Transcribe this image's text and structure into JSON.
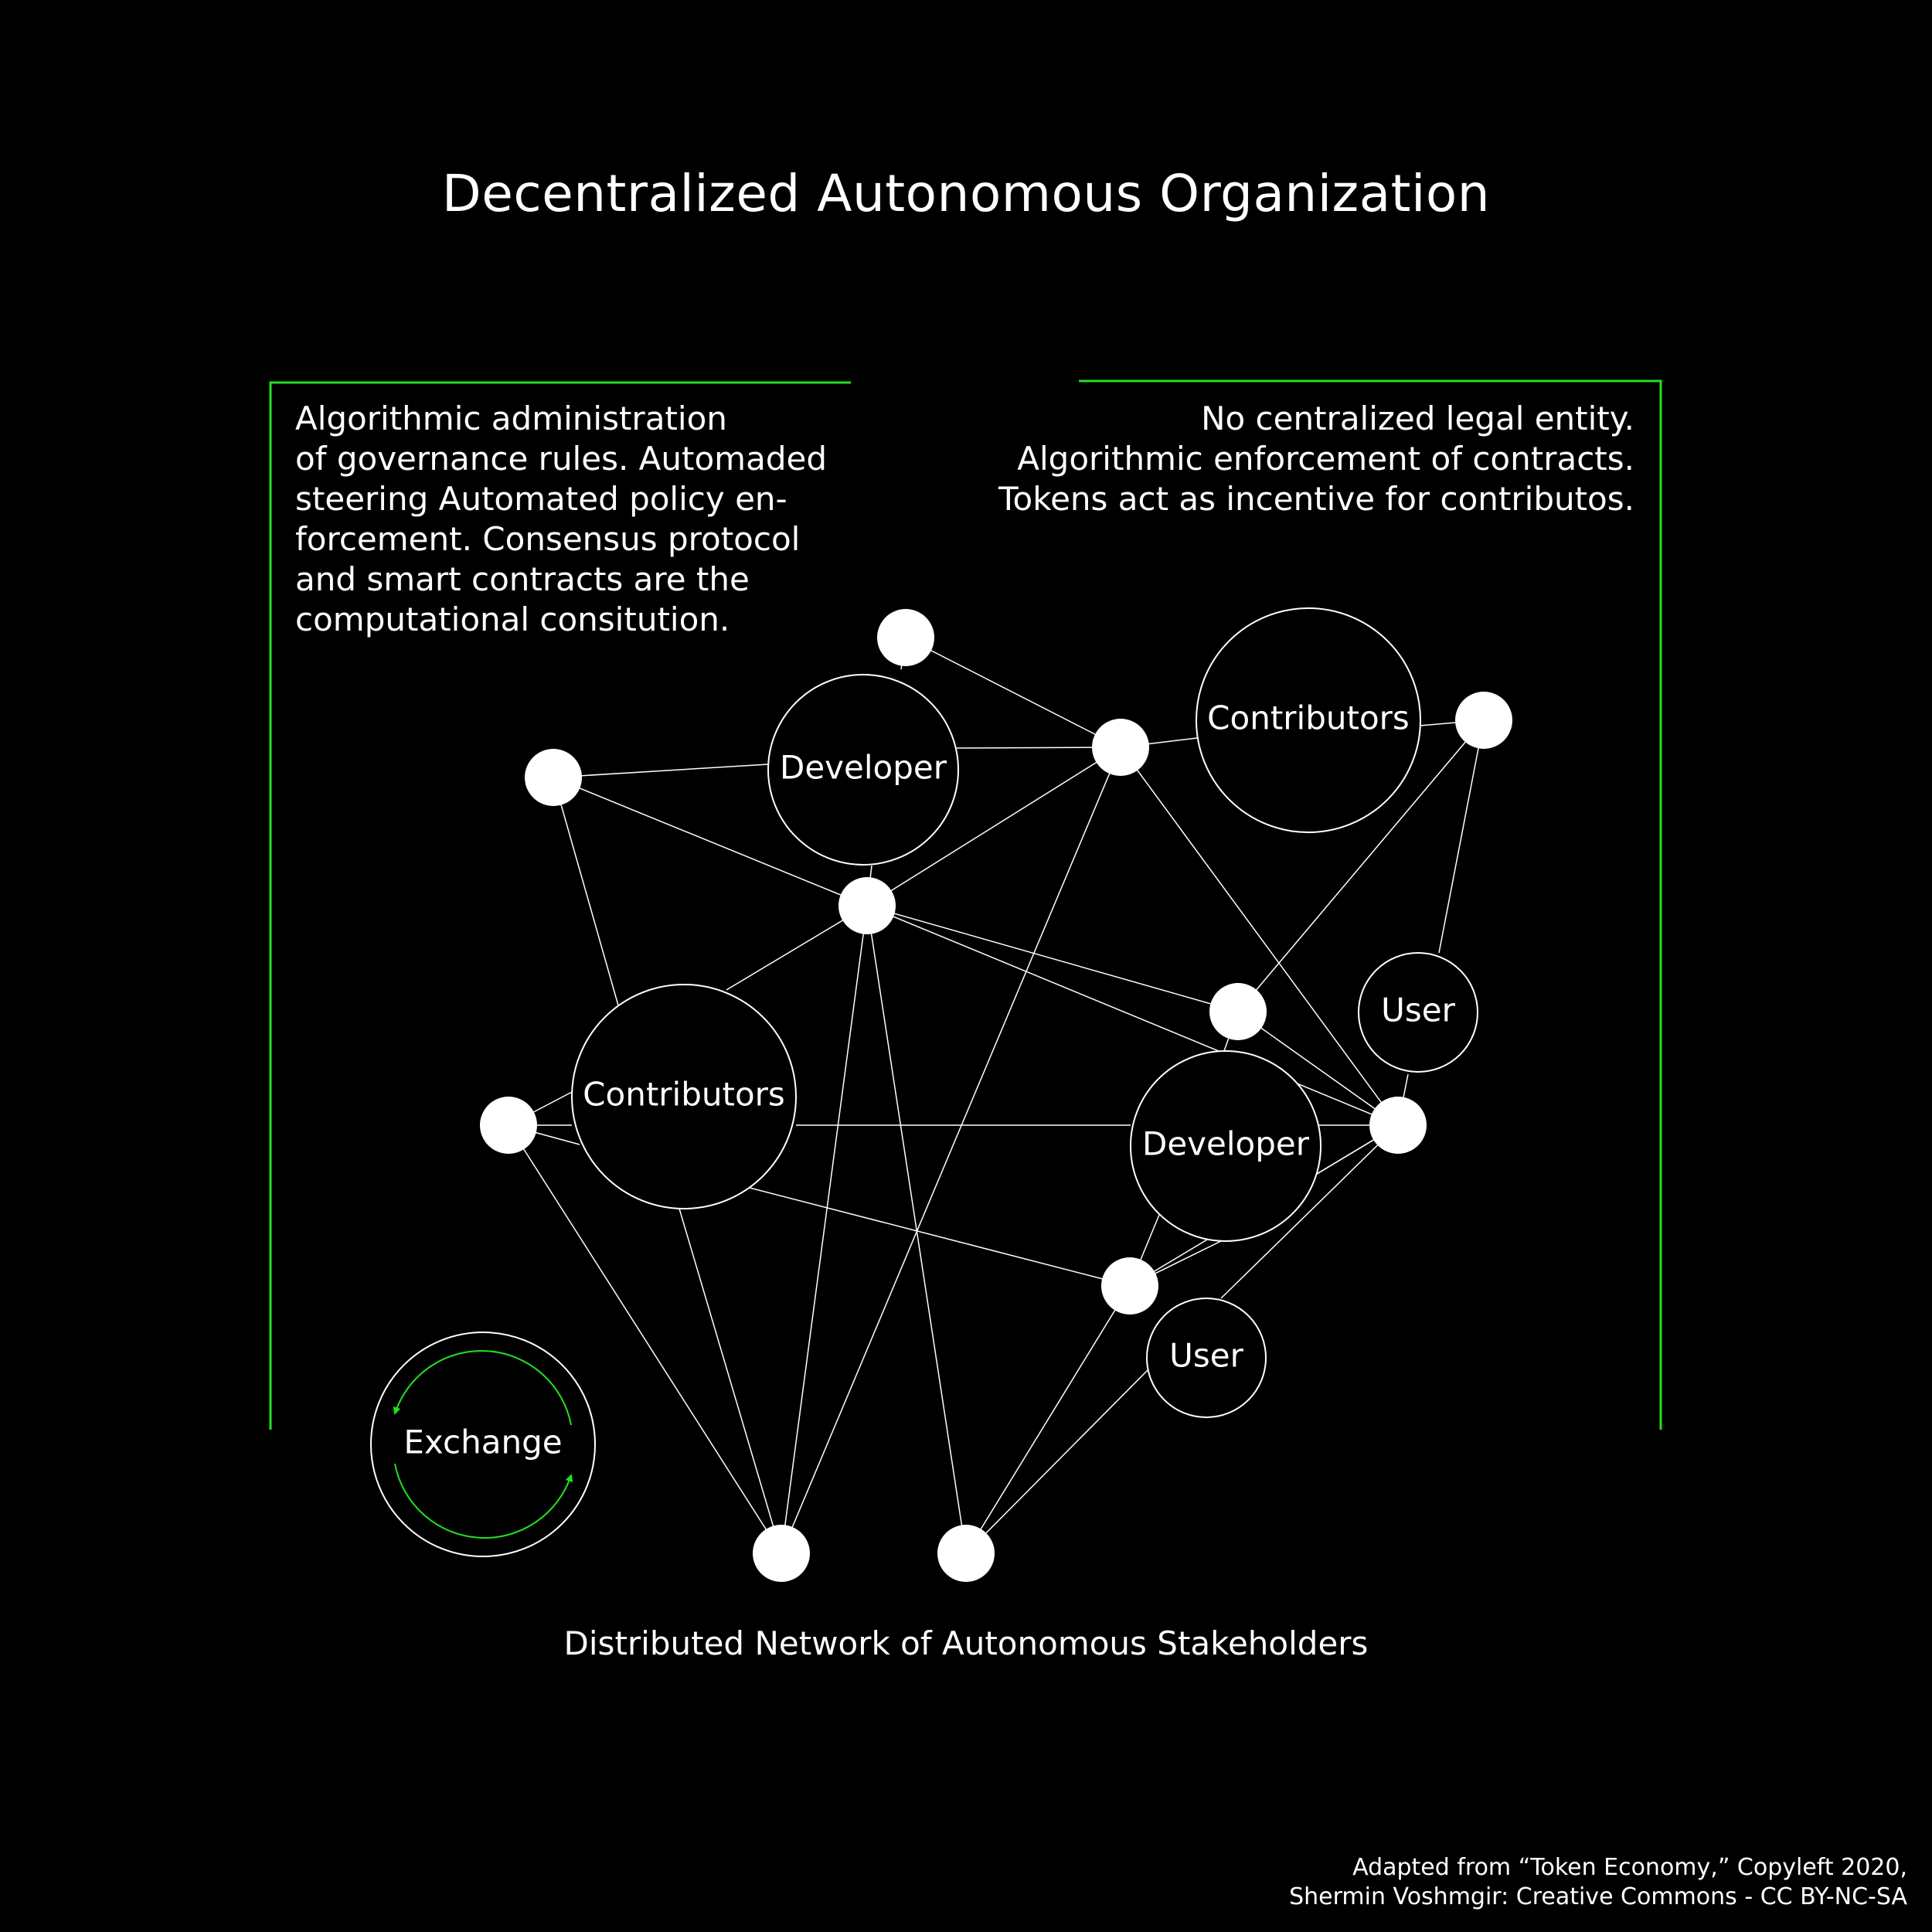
{
  "title": "Decentralized Autonomous Organization",
  "left_text": "Algorithmic administration\nof governance rules. Automaded\nsteering Automated policy en-\nforcement. Consensus protocol\nand smart contracts are the\ncomputational consitution.",
  "right_text": "No centralized legal entity.\nAlgorithmic enforcement of contracts.\nTokens act as incentive for contributos.",
  "caption": "Distributed Network of Autonomous Stakeholders",
  "credit": "Adapted from “Token Economy,” Copyleft 2020,\nShermin Voshmgir: Creative Commons - CC BY-NC-SA",
  "colors": {
    "background": "#000000",
    "foreground": "#ffffff",
    "accent": "#22e022"
  },
  "nodes": {
    "developer_top": "Developer",
    "contributors_top": "Contributors",
    "contributors_left": "Contributors",
    "developer_right": "Developer",
    "user_right": "User",
    "user_bottom": "User",
    "exchange": "Exchange"
  }
}
